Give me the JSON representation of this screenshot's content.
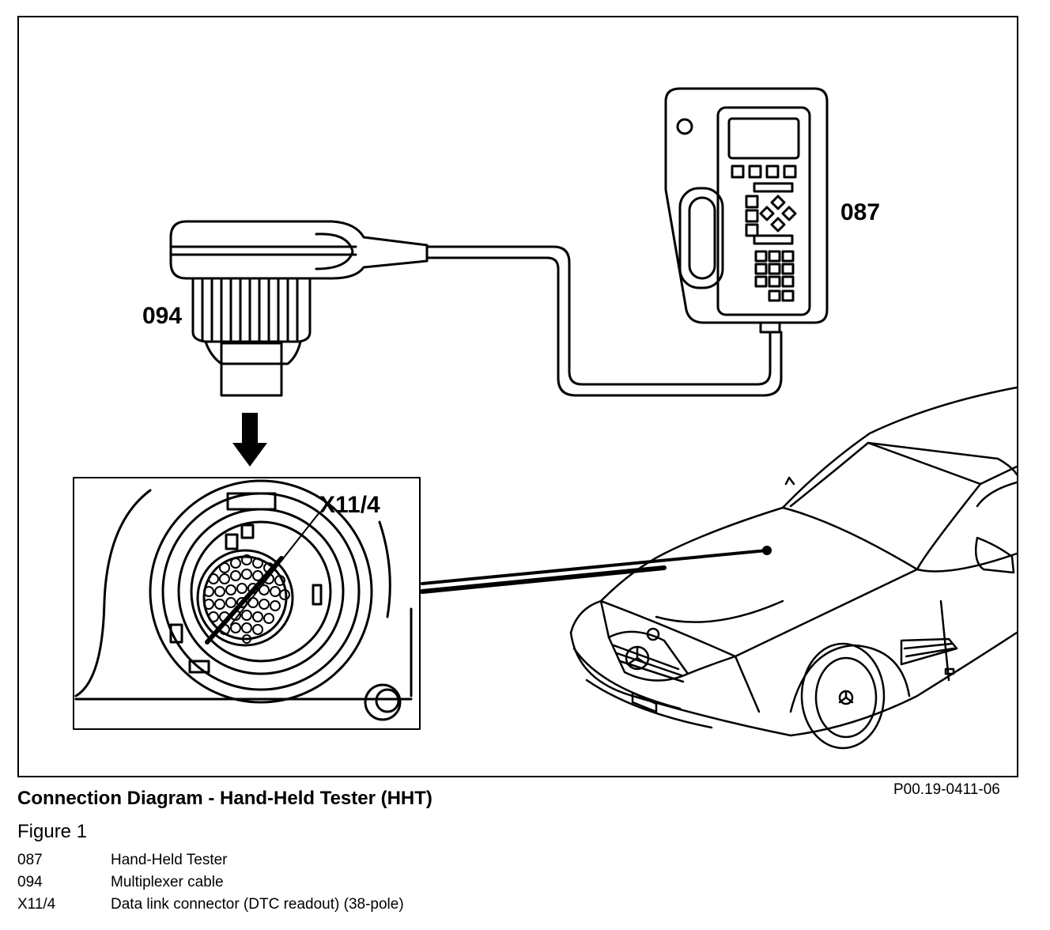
{
  "callouts": {
    "tester": "087",
    "cable": "094",
    "connector": "X11/4"
  },
  "reference_code": "P00.19-0411-06",
  "caption": {
    "title": "Connection Diagram - Hand-Held Tester (HHT)",
    "figure": "Figure 1"
  },
  "legend": [
    {
      "code": "087",
      "description": "Hand-Held Tester"
    },
    {
      "code": "094",
      "description": "Multiplexer cable"
    },
    {
      "code": "X11/4",
      "description": "Data link connector (DTC readout) (38-pole)"
    }
  ],
  "colors": {
    "ink": "#000000",
    "paper": "#ffffff"
  },
  "connector_pins": 38
}
